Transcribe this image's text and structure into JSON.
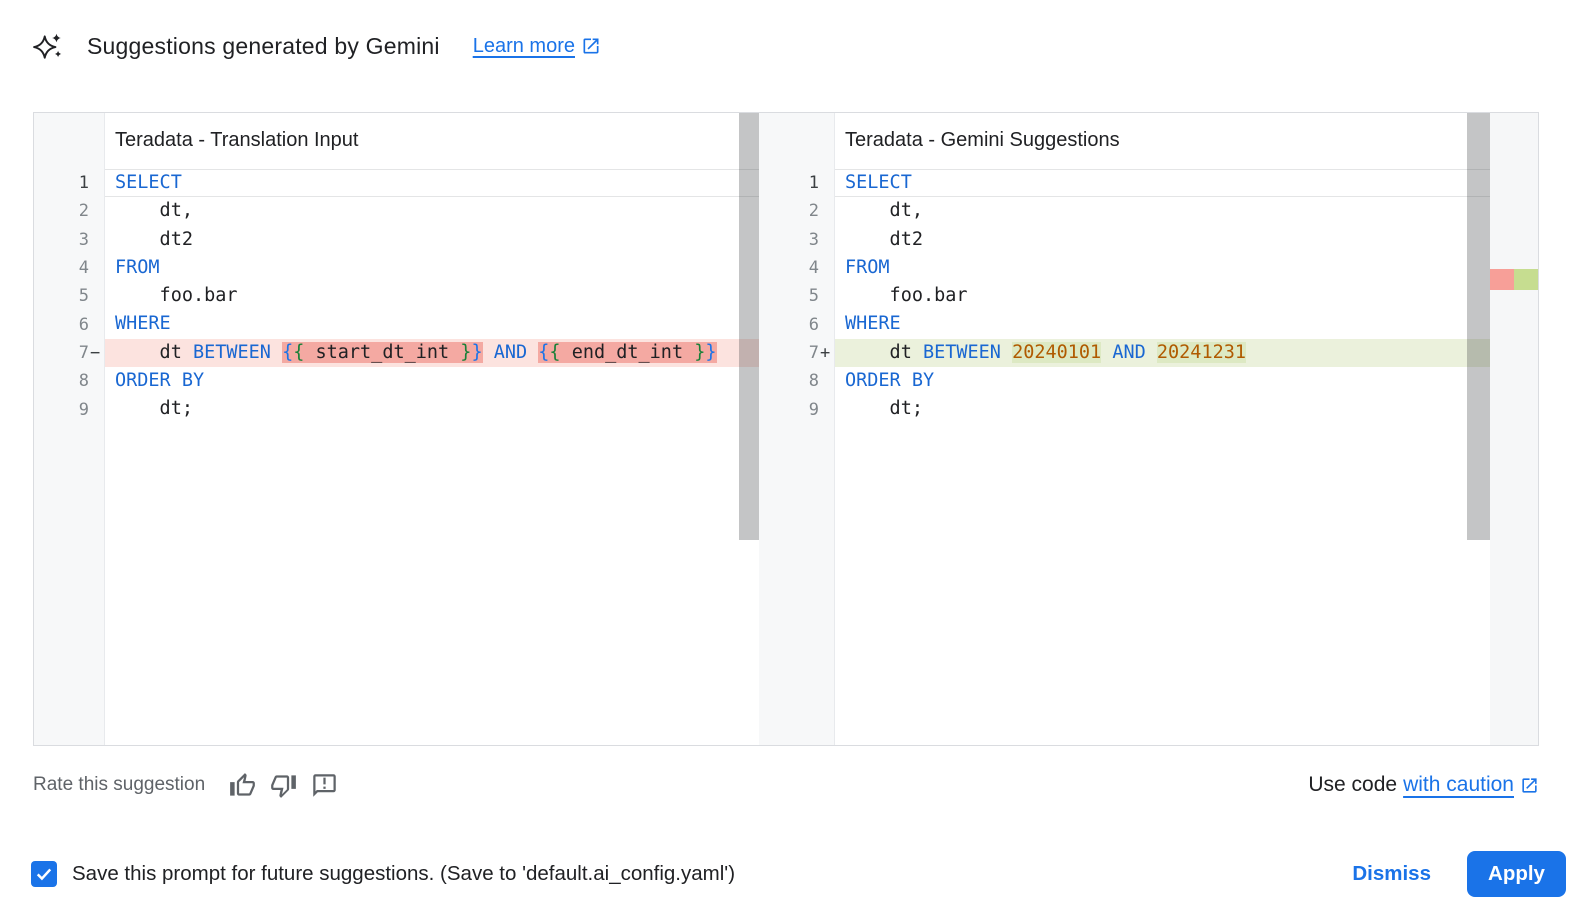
{
  "header": {
    "title": "Suggestions generated by Gemini",
    "learn_more": "Learn more"
  },
  "panels": [
    {
      "title": "Teradata - Translation Input",
      "lines": [
        {
          "num": "1",
          "state": "current",
          "tokens": [
            {
              "t": "SELECT",
              "c": "kw"
            }
          ]
        },
        {
          "num": "2",
          "tokens": [
            {
              "t": "    dt,",
              "c": "pl"
            }
          ]
        },
        {
          "num": "3",
          "tokens": [
            {
              "t": "    dt2",
              "c": "pl"
            }
          ]
        },
        {
          "num": "4",
          "tokens": [
            {
              "t": "FROM",
              "c": "kw"
            }
          ]
        },
        {
          "num": "5",
          "tokens": [
            {
              "t": "    foo.bar",
              "c": "pl"
            }
          ]
        },
        {
          "num": "6",
          "tokens": [
            {
              "t": "WHERE",
              "c": "kw"
            }
          ]
        },
        {
          "num": "7",
          "sign": "−",
          "state": "del",
          "tokens": [
            {
              "t": "    dt ",
              "c": "pl"
            },
            {
              "t": "BETWEEN",
              "c": "kw"
            },
            {
              "t": " ",
              "c": "pl"
            },
            {
              "t": "{",
              "c": "b1",
              "hl": true
            },
            {
              "t": "{",
              "c": "b2",
              "hl": true
            },
            {
              "t": " start_dt_int ",
              "c": "pl",
              "hl": true
            },
            {
              "t": "}",
              "c": "b2",
              "hl": true
            },
            {
              "t": "}",
              "c": "b1",
              "hl": true
            },
            {
              "t": " ",
              "c": "pl"
            },
            {
              "t": "AND",
              "c": "kw"
            },
            {
              "t": " ",
              "c": "pl"
            },
            {
              "t": "{",
              "c": "b1",
              "hl": true
            },
            {
              "t": "{",
              "c": "b2",
              "hl": true
            },
            {
              "t": " end_dt_int ",
              "c": "pl",
              "hl": true
            },
            {
              "t": "}",
              "c": "b2",
              "hl": true
            },
            {
              "t": "}",
              "c": "b1",
              "hl": true
            }
          ]
        },
        {
          "num": "8",
          "tokens": [
            {
              "t": "ORDER BY",
              "c": "kw"
            }
          ]
        },
        {
          "num": "9",
          "tokens": [
            {
              "t": "    dt;",
              "c": "pl"
            }
          ]
        }
      ]
    },
    {
      "title": "Teradata - Gemini Suggestions",
      "lines": [
        {
          "num": "1",
          "state": "current",
          "tokens": [
            {
              "t": "SELECT",
              "c": "kw"
            }
          ]
        },
        {
          "num": "2",
          "tokens": [
            {
              "t": "    dt,",
              "c": "pl"
            }
          ]
        },
        {
          "num": "3",
          "tokens": [
            {
              "t": "    dt2",
              "c": "pl"
            }
          ]
        },
        {
          "num": "4",
          "tokens": [
            {
              "t": "FROM",
              "c": "kw"
            }
          ]
        },
        {
          "num": "5",
          "tokens": [
            {
              "t": "    foo.bar",
              "c": "pl"
            }
          ]
        },
        {
          "num": "6",
          "tokens": [
            {
              "t": "WHERE",
              "c": "kw"
            }
          ]
        },
        {
          "num": "7",
          "sign": "+",
          "state": "add",
          "tokens": [
            {
              "t": "    dt ",
              "c": "pl"
            },
            {
              "t": "BETWEEN",
              "c": "kw"
            },
            {
              "t": " ",
              "c": "pl"
            },
            {
              "t": "20240101",
              "c": "num",
              "hl": true
            },
            {
              "t": " ",
              "c": "pl"
            },
            {
              "t": "AND",
              "c": "kw"
            },
            {
              "t": " ",
              "c": "pl"
            },
            {
              "t": "20241231",
              "c": "num",
              "hl": true
            }
          ]
        },
        {
          "num": "8",
          "tokens": [
            {
              "t": "ORDER BY",
              "c": "kw"
            }
          ]
        },
        {
          "num": "9",
          "tokens": [
            {
              "t": "    dt;",
              "c": "pl"
            }
          ]
        }
      ]
    }
  ],
  "rate": {
    "label": "Rate this suggestion"
  },
  "use_code": {
    "prefix": "Use code",
    "link": "with caution"
  },
  "footer": {
    "checkbox_checked": true,
    "checkbox_label": "Save this prompt for future suggestions. (Save to 'default.ai_config.yaml')",
    "dismiss": "Dismiss",
    "apply": "Apply"
  },
  "icons": {
    "header": "gemini-sparkle-icon",
    "links": "open-in-new-icon",
    "rate": [
      "thumb-up-icon",
      "thumb-down-icon",
      "feedback-icon"
    ]
  },
  "colors": {
    "accent": "#1a73e8",
    "keyword": "#1967d2",
    "number_literal": "#b05a00",
    "brace_outer": "#1a73e8",
    "brace_inner": "#188038",
    "deleted_line_bg": "#fce3df",
    "deleted_word_bg": "#f4a9a2",
    "added_line_bg": "#ebf1dc",
    "added_word_bg": "#dde9c3",
    "ruler_marker_red": "#f79f98",
    "ruler_marker_green": "#c6dd90"
  }
}
